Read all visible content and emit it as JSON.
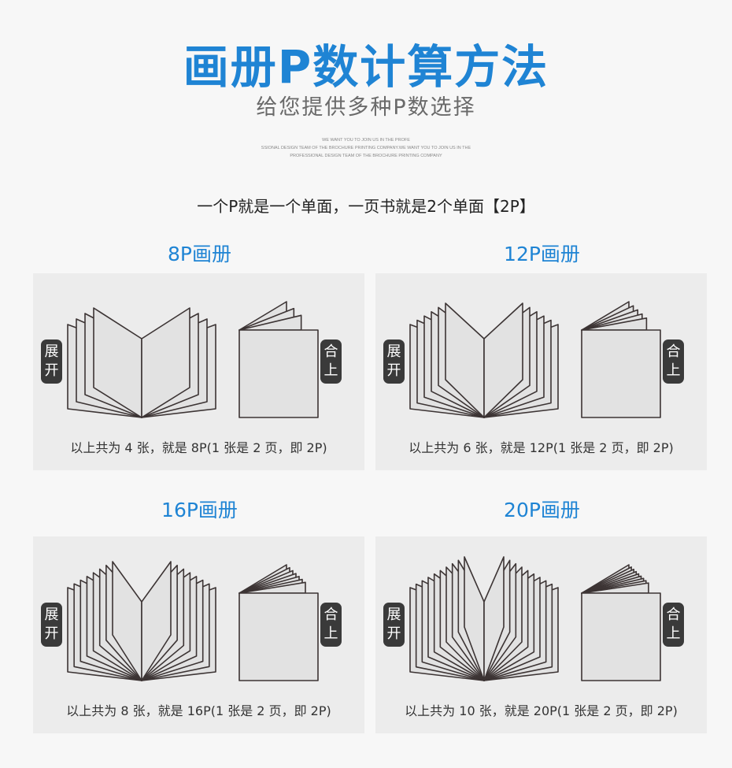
{
  "header": {
    "title": "画册P数计算方法",
    "subtitle": "给您提供多种P数选择",
    "english_lines": [
      "WE WANT YOU TO JOIN US IN THE PROFE",
      "SSIONAL DESIGN TEAM OF THE BROCHURE PRINTING COMPANY.WE WANT YOU TO JOIN US IN THE",
      "PROFESSIONAL DESIGN TEAM OF THE BROCHURE PRINTING COMPANY"
    ],
    "rule": "一个P就是一个单面，一页书就是2个单面【2P】"
  },
  "labels": {
    "open": "展开",
    "closed": "合上"
  },
  "sections": [
    {
      "title": "8P画册",
      "sheets": 4,
      "caption": "以上共为 4 张，就是 8P(1 张是 2 页，即 2P)"
    },
    {
      "title": "12P画册",
      "sheets": 6,
      "caption": "以上共为 6 张，就是 12P(1 张是 2 页，即 2P)"
    },
    {
      "title": "16P画册",
      "sheets": 8,
      "caption": "以上共为 8 张，就是 16P(1 张是 2 页，即 2P)"
    },
    {
      "title": "20P画册",
      "sheets": 10,
      "caption": "以上共为 10 张，就是 20P(1 张是 2 页，即 2P)"
    }
  ],
  "colors": {
    "accent": "#1f84d4",
    "page_fill": "#e2e2e2",
    "stroke": "#3c3434"
  }
}
